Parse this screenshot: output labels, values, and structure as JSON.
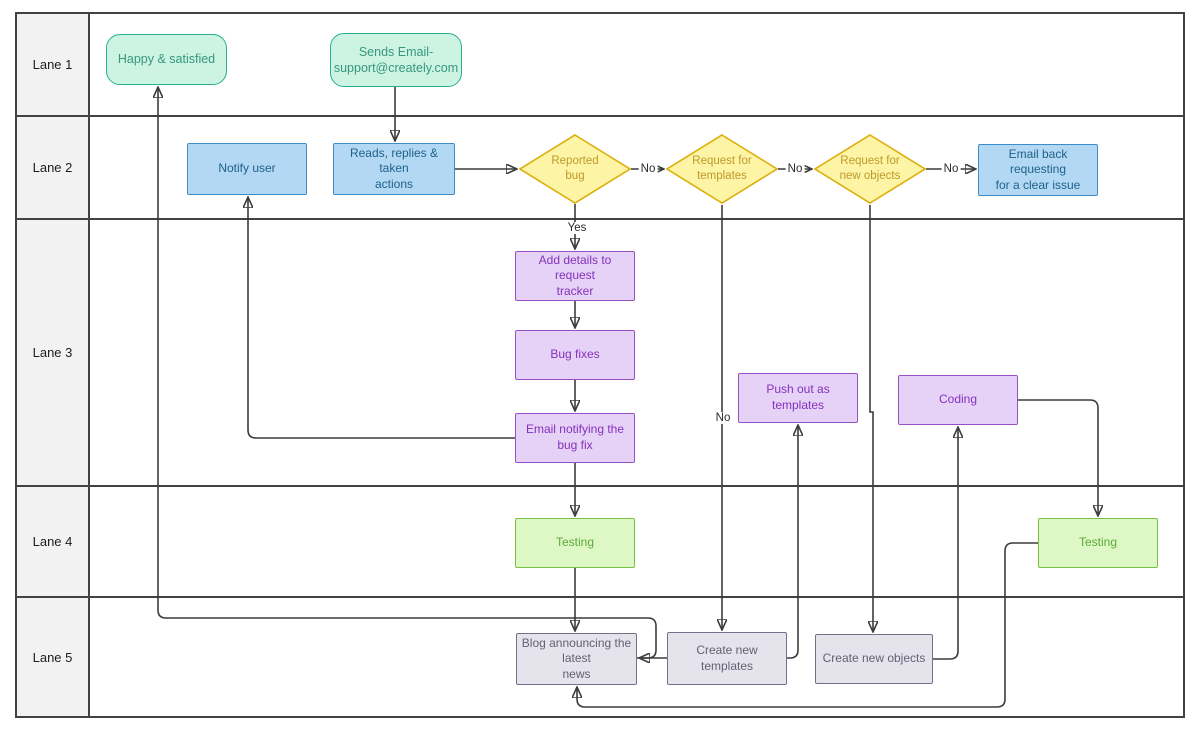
{
  "lanes": [
    {
      "label": "Lane 1"
    },
    {
      "label": "Lane 2"
    },
    {
      "label": "Lane 3"
    },
    {
      "label": "Lane 4"
    },
    {
      "label": "Lane 5"
    }
  ],
  "nodes": {
    "happy": {
      "label": "Happy & satisfied"
    },
    "sends_email": {
      "label": "Sends Email-\nsupport@creately.com"
    },
    "notify_user": {
      "label": "Notify user"
    },
    "reads_replies": {
      "label": "Reads, replies & taken\nactions"
    },
    "reported_bug": {
      "label": "Reported\nbug"
    },
    "req_templates": {
      "label": "Request for\ntemplates"
    },
    "req_objects": {
      "label": "Request for\nnew objects"
    },
    "email_back": {
      "label": "Email back requesting\nfor a clear issue"
    },
    "add_details": {
      "label": "Add details to request\ntracker"
    },
    "bug_fixes": {
      "label": "Bug fixes"
    },
    "email_notifying": {
      "label": "Email notifying the bug fix"
    },
    "push_templates": {
      "label": "Push out as templates"
    },
    "coding": {
      "label": "Coding"
    },
    "testing1": {
      "label": "Testing"
    },
    "testing2": {
      "label": "Testing"
    },
    "blog": {
      "label": "Blog announcing the latest\nnews"
    },
    "create_templates": {
      "label": "Create new templates"
    },
    "create_objects": {
      "label": "Create new objects"
    }
  },
  "edge_labels": {
    "yes": "Yes",
    "no1": "No",
    "no2": "No",
    "no3": "No",
    "no4": "No"
  },
  "palette": {
    "mint_fill": "#cdf4e3",
    "mint_border": "#27b08b",
    "blue_fill": "#b2d8f3",
    "blue_border": "#3e8dcb",
    "yellow_fill": "#fdf4a5",
    "yellow_border": "#dcaf0c",
    "purple_fill": "#e6d2f6",
    "purple_border": "#9a4fc8",
    "green_fill": "#def8c5",
    "green_border": "#74c044",
    "gray_fill": "#e5e3ec",
    "gray_border": "#73708a",
    "lane_header_fill": "#f2f2f2",
    "frame_border": "#424242",
    "connector": "#3c3c3c"
  }
}
